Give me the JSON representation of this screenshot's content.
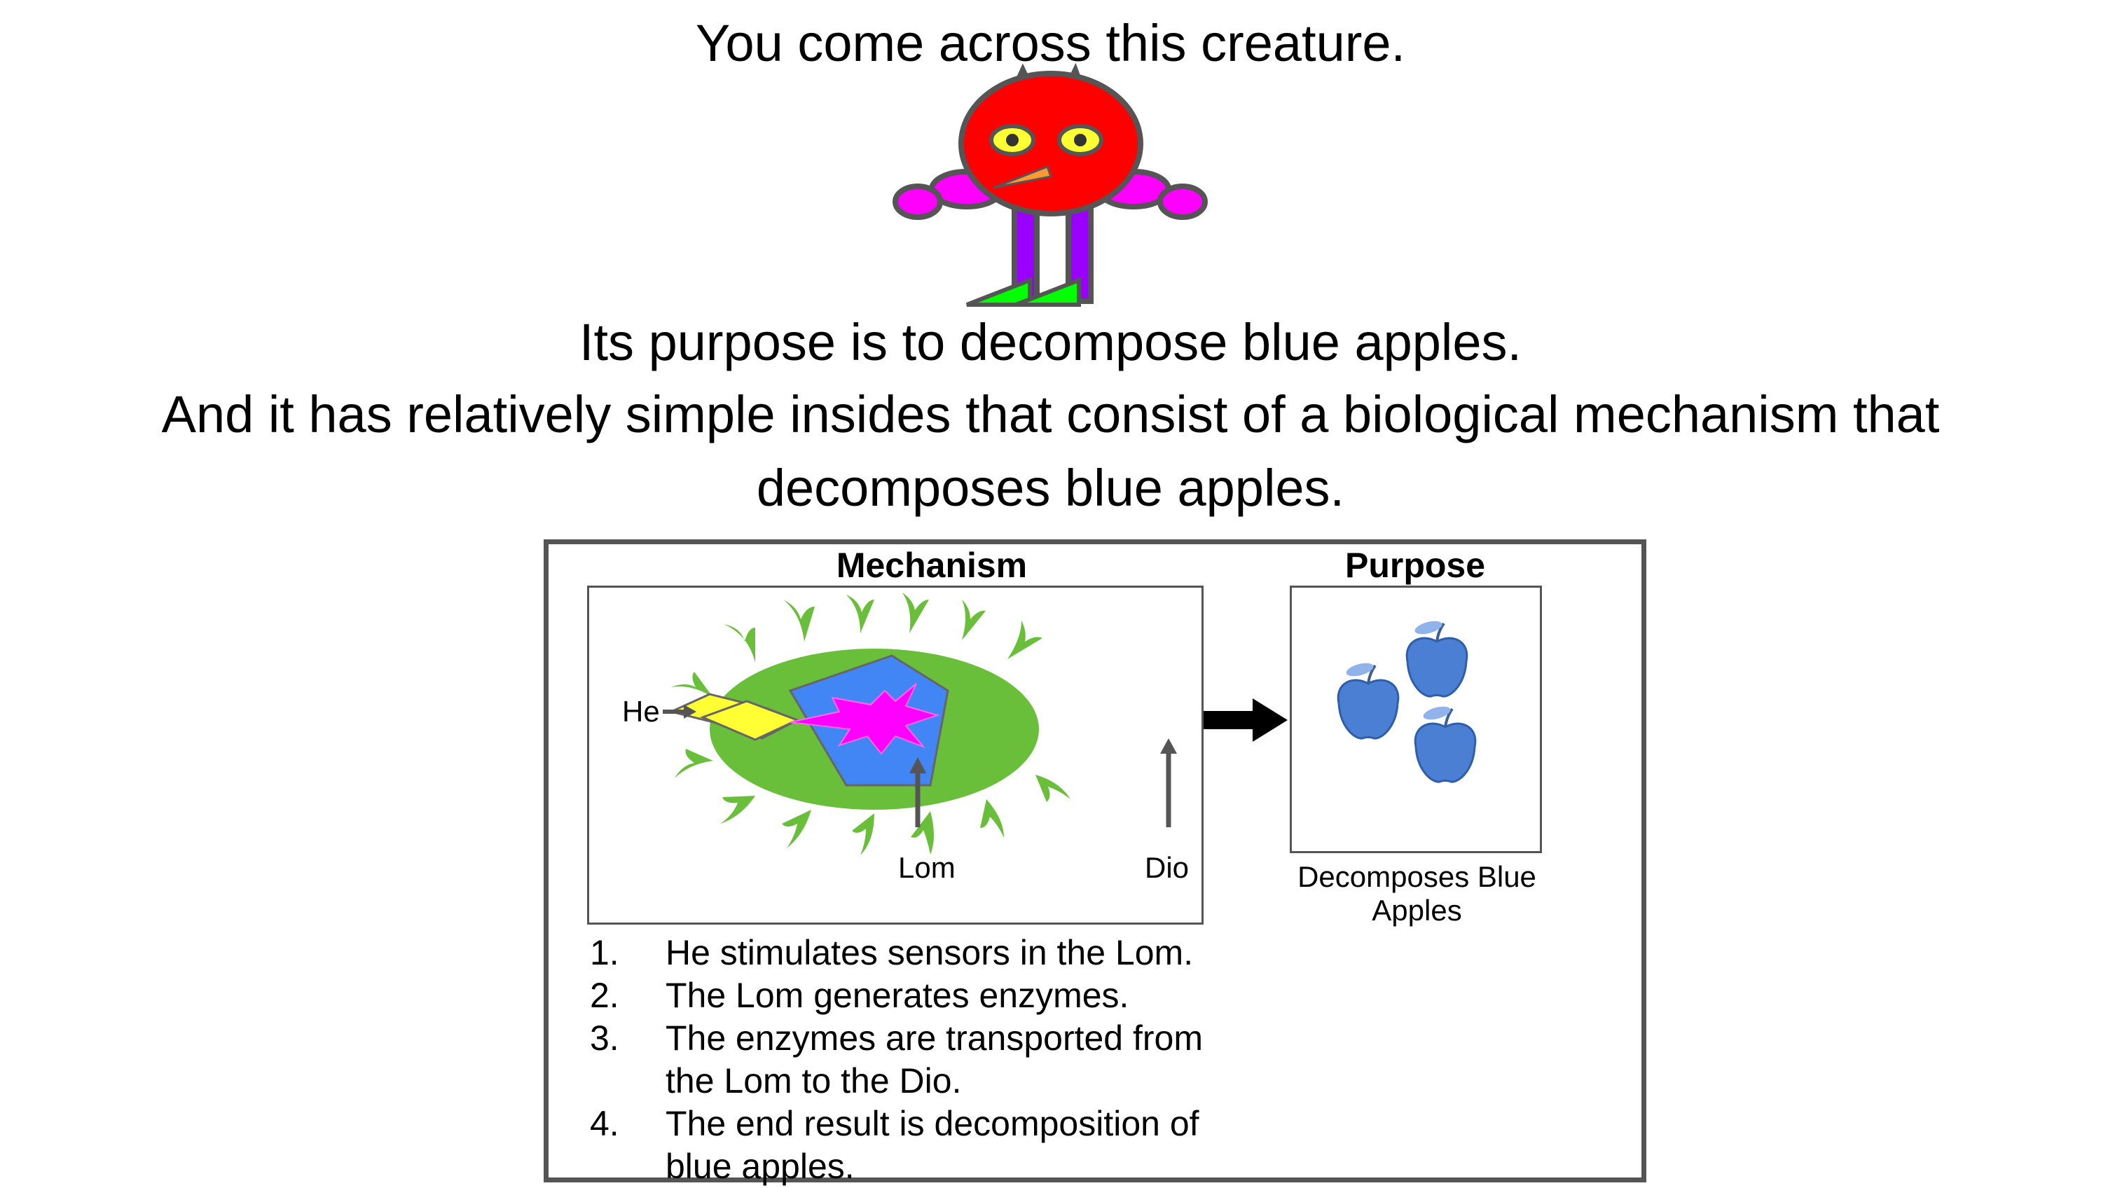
{
  "intro": "You come across this creature.",
  "purpose_line": "Its purpose is to decompose blue apples.",
  "insides_line_1": "And it has relatively simple insides that consist of a biological mechanism that",
  "insides_line_2": "decomposes blue apples.",
  "diagram": {
    "mechanism_heading": "Mechanism",
    "purpose_heading": "Purpose",
    "labels": {
      "he": "He",
      "lom": "Lom",
      "dio": "Dio"
    },
    "purpose_caption": "Decomposes Blue Apples",
    "steps": [
      {
        "num": "1.",
        "text": "He stimulates sensors in the Lom."
      },
      {
        "num": "2.",
        "text": "The Lom generates enzymes."
      },
      {
        "num": "3.",
        "text": "The enzymes are transported from the Lom to the Dio."
      },
      {
        "num": "4.",
        "text": "The end result is decomposition of blue apples."
      }
    ]
  },
  "colors": {
    "creature_body": "#ff0000",
    "creature_limbs": "#ff00ff",
    "creature_legs": "#9900ff",
    "creature_feet": "#00ff00",
    "cell_body": "#6abf3a",
    "lom": "#4285f4",
    "he": "#ffff33",
    "dio": "#ff00ff",
    "apple": "#4a7fd4"
  },
  "icons": {
    "creature": "creature-illustration",
    "cell": "cell-mechanism-illustration",
    "apples": "blue-apples-illustration",
    "result_arrow": "right-arrow-icon"
  }
}
